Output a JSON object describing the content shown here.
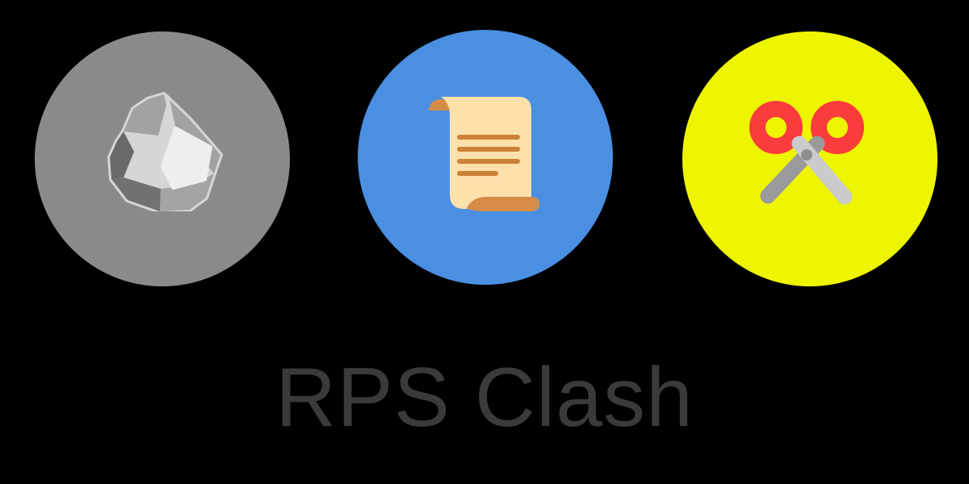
{
  "background": "#000000",
  "title": {
    "text": "RPS Clash",
    "color": "#3a3a3a"
  },
  "badges": [
    {
      "id": "rock",
      "icon": "rock-icon",
      "circle_color": "#8a8a8a",
      "colors": {
        "base": "#d6d6d6",
        "ridge": "#a2a2a2",
        "upper_right": "#a2a2a2",
        "left_dark": "#696969",
        "bottom_dark": "#717171",
        "bottom_right": "#a4a4a4",
        "highlight": "#eeeeee"
      }
    },
    {
      "id": "paper",
      "icon": "paper-scroll-icon",
      "circle_color": "#4a8fe2",
      "colors": {
        "sheet": "#fde0aa",
        "curl": "#d68c47",
        "text_lines": "#cc8136"
      }
    },
    {
      "id": "scissors",
      "icon": "scissors-icon",
      "circle_color": "#eef500",
      "colors": {
        "handles": "#fa3c3c",
        "blade_left": "#9a9a9a",
        "blade_right": "#cbcbcb",
        "pivot": "#8e8e8e"
      }
    }
  ]
}
